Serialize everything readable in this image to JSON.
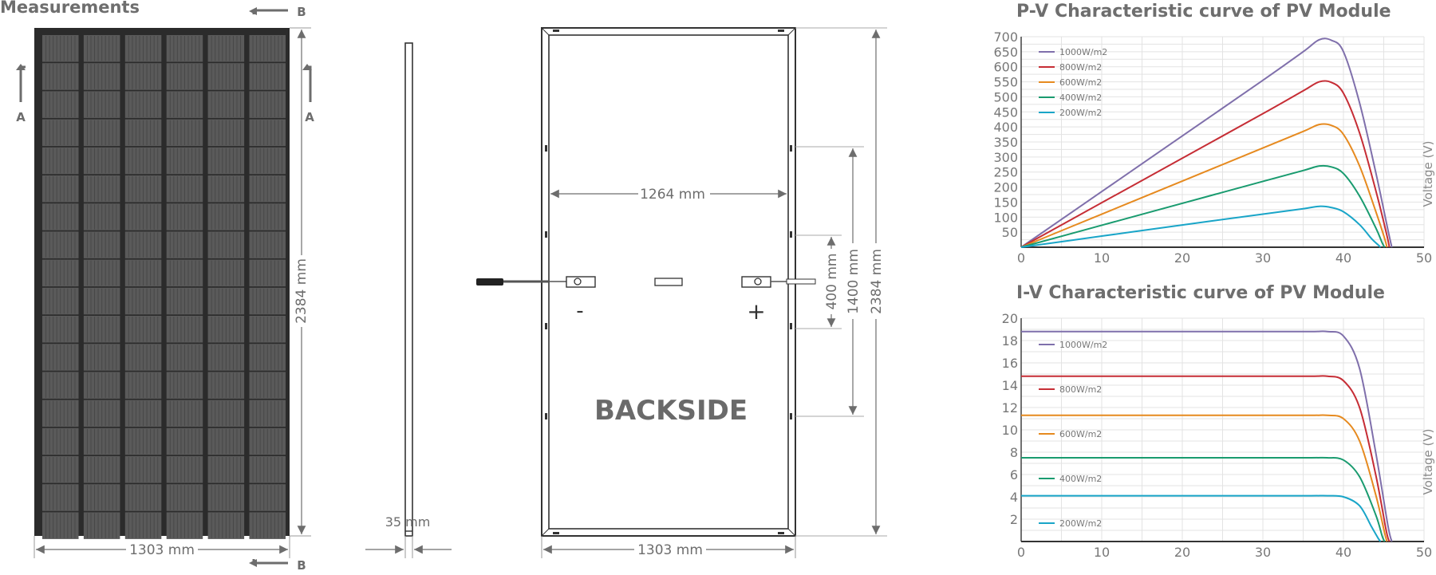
{
  "heading": "Measurements",
  "front_view": {
    "width_label": "1303 mm",
    "height_label": "2384 mm",
    "section_a": "A",
    "section_b": "B",
    "cell_columns": 6,
    "cell_rows": 18
  },
  "side_view": {
    "thickness_label": "35 mm"
  },
  "back_view": {
    "label": "BACKSIDE",
    "inner_width_label": "1264 mm",
    "width_label": "1303 mm",
    "height_label": "2384 mm",
    "mount_span_label": "1400 mm",
    "box_span_label": "400 mm",
    "minus_sign": "-",
    "plus_sign": "+"
  },
  "colors": {
    "panel": "#2b2b2b",
    "cell": "#5a5a5a",
    "frame": "#333333",
    "dimension": "#6d6d6d",
    "grid": "#e3e3e3",
    "series": [
      "#7f6fab",
      "#c62d35",
      "#e68a1f",
      "#199b6f",
      "#19a5c8"
    ]
  },
  "chart_data": [
    {
      "type": "line",
      "title": "P-V Characteristic curve of PV Module",
      "ylabel": "Voltage (V)",
      "xlim": [
        0,
        50
      ],
      "ylim": [
        0,
        700
      ],
      "x_ticks": [
        0,
        10,
        20,
        30,
        40,
        50
      ],
      "y_ticks": [
        50,
        100,
        150,
        200,
        250,
        300,
        350,
        400,
        450,
        500,
        550,
        600,
        650,
        700
      ],
      "grid": true,
      "legend_position": "top-left",
      "series": [
        {
          "name": "1000W/m2",
          "x": [
            0,
            10,
            20,
            30,
            35,
            37,
            38.5,
            40,
            42,
            44,
            45.5,
            46
          ],
          "y": [
            0,
            185,
            370,
            555,
            650,
            690,
            688,
            650,
            480,
            250,
            60,
            0
          ]
        },
        {
          "name": "800W/m2",
          "x": [
            0,
            10,
            20,
            30,
            35,
            37,
            38.5,
            40,
            42,
            44,
            45.3,
            45.7
          ],
          "y": [
            0,
            148,
            296,
            444,
            520,
            550,
            548,
            512,
            380,
            190,
            50,
            0
          ]
        },
        {
          "name": "600W/m2",
          "x": [
            0,
            10,
            20,
            30,
            35,
            37,
            38.5,
            40,
            42,
            44,
            45.1,
            45.4
          ],
          "y": [
            0,
            110,
            220,
            330,
            385,
            408,
            405,
            375,
            270,
            120,
            30,
            0
          ]
        },
        {
          "name": "400W/m2",
          "x": [
            0,
            10,
            20,
            30,
            35,
            37,
            38.5,
            40,
            42,
            44,
            44.8,
            45.1
          ],
          "y": [
            0,
            73,
            146,
            219,
            255,
            270,
            267,
            245,
            170,
            65,
            15,
            0
          ]
        },
        {
          "name": "200W/m2",
          "x": [
            0,
            10,
            20,
            30,
            35,
            37,
            38.5,
            40,
            42,
            43.5,
            44.3,
            44.6
          ],
          "y": [
            0,
            37,
            74,
            110,
            128,
            136,
            132,
            118,
            75,
            28,
            8,
            0
          ]
        }
      ]
    },
    {
      "type": "line",
      "title": "I-V Characteristic curve of PV Module",
      "ylabel": "Voltage (V)",
      "xlim": [
        0,
        50
      ],
      "ylim": [
        0,
        20
      ],
      "x_ticks": [
        0,
        10,
        20,
        30,
        40,
        50
      ],
      "y_ticks": [
        2,
        4,
        6,
        8,
        10,
        12,
        14,
        16,
        18,
        20
      ],
      "grid": true,
      "legend_position": "left",
      "series": [
        {
          "name": "1000W/m2",
          "x": [
            0,
            10,
            20,
            30,
            36,
            38,
            40,
            42,
            44,
            45.5,
            46
          ],
          "y": [
            18.8,
            18.8,
            18.8,
            18.8,
            18.8,
            18.8,
            18.4,
            15.5,
            8.0,
            1.5,
            0
          ]
        },
        {
          "name": "800W/m2",
          "x": [
            0,
            10,
            20,
            30,
            36,
            38,
            40,
            42,
            44,
            45.3,
            45.7
          ],
          "y": [
            14.8,
            14.8,
            14.8,
            14.8,
            14.8,
            14.8,
            14.4,
            12.0,
            6.0,
            1.0,
            0
          ]
        },
        {
          "name": "600W/m2",
          "x": [
            0,
            10,
            20,
            30,
            36,
            38,
            40,
            42,
            44,
            45.1,
            45.4
          ],
          "y": [
            11.3,
            11.3,
            11.3,
            11.3,
            11.3,
            11.3,
            11.0,
            9.0,
            4.2,
            0.8,
            0
          ]
        },
        {
          "name": "400W/m2",
          "x": [
            0,
            10,
            20,
            30,
            36,
            38,
            40,
            42,
            44,
            44.8,
            45.1
          ],
          "y": [
            7.5,
            7.5,
            7.5,
            7.5,
            7.5,
            7.5,
            7.3,
            5.8,
            2.4,
            0.5,
            0
          ]
        },
        {
          "name": "200W/m2",
          "x": [
            0,
            10,
            20,
            30,
            36,
            38,
            40,
            42,
            43.5,
            44.3,
            44.6
          ],
          "y": [
            4.1,
            4.1,
            4.1,
            4.1,
            4.1,
            4.1,
            4.0,
            3.2,
            1.3,
            0.3,
            0
          ]
        }
      ]
    }
  ]
}
